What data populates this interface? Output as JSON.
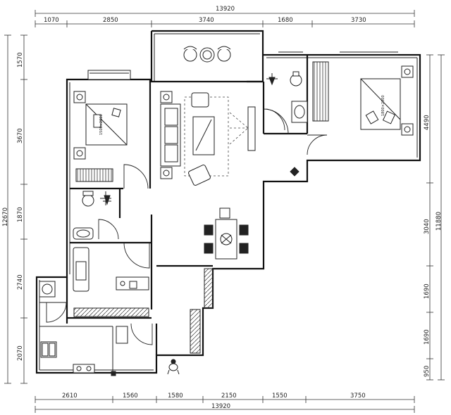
{
  "dimensions": {
    "top_total": "13920",
    "top": [
      "1070",
      "2850",
      "3740",
      "1680",
      "3730"
    ],
    "bottom": [
      "2610",
      "1560",
      "1580",
      "2150",
      "1550",
      "3750"
    ],
    "bottom_total": "13920",
    "left": [
      "1570",
      "3670",
      "1870",
      "2740",
      "2070"
    ],
    "left_total": "12670",
    "right_total": "11880",
    "right": [
      "4490",
      "3040",
      "1690",
      "1690",
      "950"
    ]
  },
  "bed_labels": {
    "bedroom_left": "1500×2000",
    "bedroom_right": "1800×2000"
  }
}
